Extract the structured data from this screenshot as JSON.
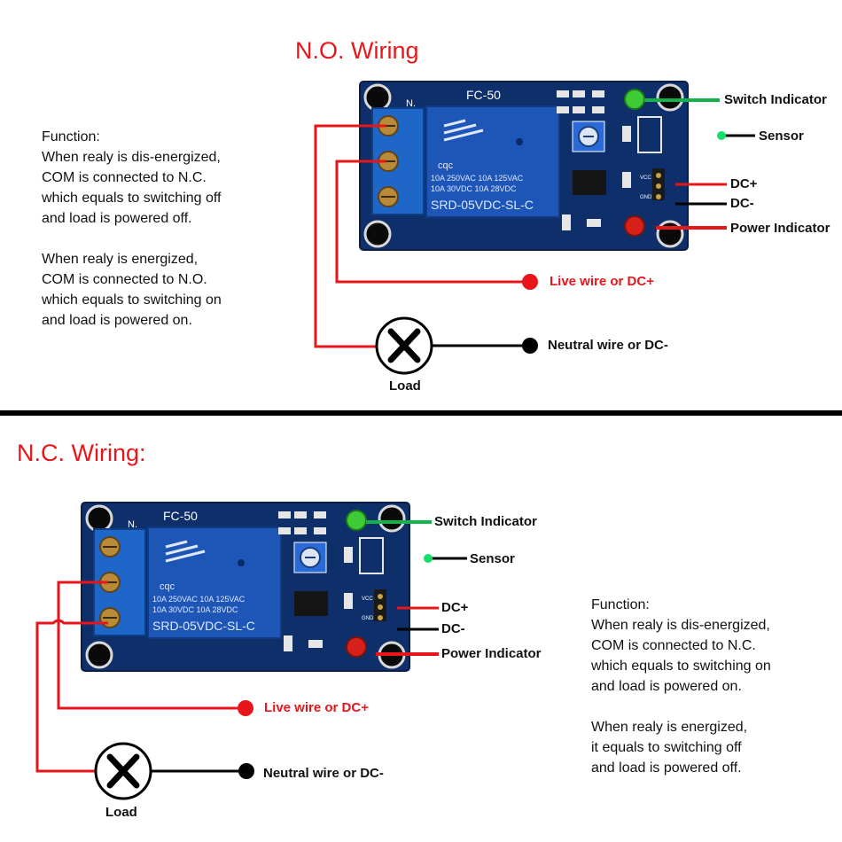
{
  "no_section": {
    "title": "N.O. Wiring",
    "function_lines": [
      "Function:",
      "When realy is dis-energized,",
      "COM is connected to N.C.",
      "which equals to switching off",
      "and load is powered off.",
      "",
      "When realy is energized,",
      "COM is connected to N.O.",
      "which equals to switching on",
      "and load is powered on."
    ],
    "labels": {
      "switch_indicator": "Switch Indicator",
      "sensor": "Sensor",
      "dc_plus": "DC+",
      "dc_minus": "DC-",
      "power_indicator": "Power Indicator",
      "live": "Live wire or DC+",
      "neutral": "Neutral wire or DC-",
      "load": "Load"
    }
  },
  "nc_section": {
    "title": "N.C. Wiring:",
    "function_lines": [
      "Function:",
      "When realy is dis-energized,",
      "COM is connected to N.C.",
      "which equals to switching on",
      "and load is powered on.",
      "",
      "When realy is energized,",
      "it equals to switching off",
      "and load is powered off."
    ],
    "labels": {
      "switch_indicator": "Switch Indicator",
      "sensor": "Sensor",
      "dc_plus": "DC+",
      "dc_minus": "DC-",
      "power_indicator": "Power Indicator",
      "live": "Live wire or DC+",
      "neutral": "Neutral wire or DC-",
      "load": "Load"
    }
  },
  "board": {
    "model": "FC-50",
    "pin_label": "N.",
    "relay_brand": "cqc",
    "relay_spec_1": "10A 250VAC  10A 125VAC",
    "relay_spec_2": "10A  30VDC  10A  28VDC",
    "relay_model": "SRD-05VDC-SL-C",
    "vcc": "VCC",
    "gnd": "GND"
  },
  "colors": {
    "wire_red": "#e8161b",
    "wire_green": "#12b34a",
    "wire_black": "#000000",
    "pcb_blue": "#0e2f6a",
    "relay_blue": "#1e56b8"
  }
}
